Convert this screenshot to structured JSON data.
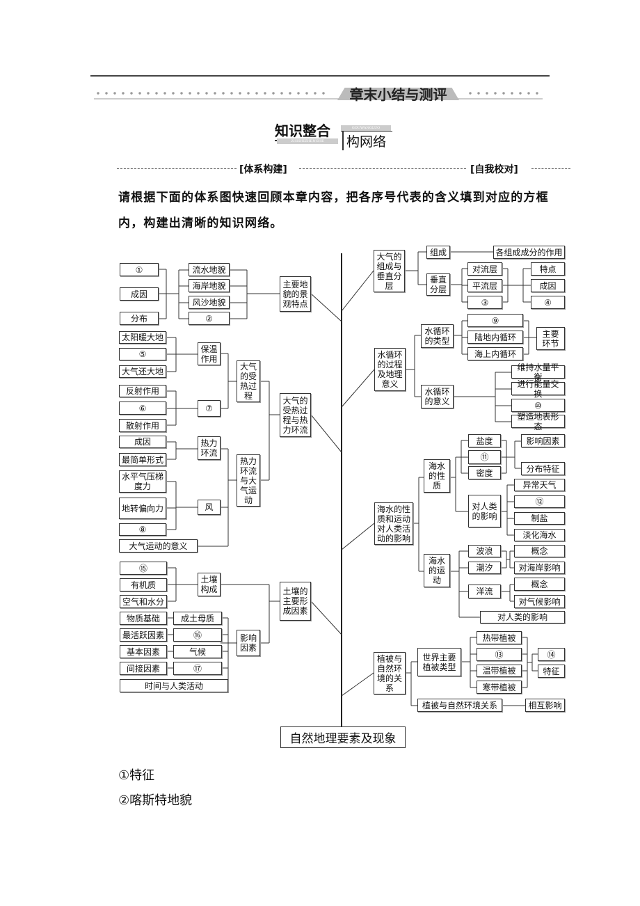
{
  "header": {
    "chapter_title": "章末小结与测评",
    "section_title_a": "知识整合",
    "section_title_b": "构网络",
    "section_sub_a": "ZHISHIZHENGHE",
    "section_sub_b": "GOUWANGLUO"
  },
  "sections": {
    "left": "[体系构建]",
    "right": "[自我校对]"
  },
  "intro": "请根据下面的体系图快速回顾本章内容，把各序号代表的含义填到对应的方框内，构建出清晰的知识网络。",
  "diagram": {
    "root": "自然地理要素及现象",
    "nodes": [
      "①",
      "成因",
      "分布",
      "流水地貌",
      "海岸地貌",
      "风沙地貌",
      "②",
      "主要地貌的景观特点",
      "太阳暖大地",
      "⑤",
      "大气还大地",
      "保温作用",
      "反射作用",
      "⑥",
      "散射作用",
      "⑦",
      "大气的受热过程",
      "成因",
      "最简单形式",
      "热力环流",
      "水平气压梯度力",
      "地转偏向力",
      "⑧",
      "风",
      "大气运动的意义",
      "热力环流与大气运动",
      "大气的受热过程与热力环流",
      "⑮",
      "有机质",
      "空气和水分",
      "土壤构成",
      "物质基础",
      "成土母质",
      "最活跃因素",
      "⑯",
      "基本因素",
      "气候",
      "间接因素",
      "⑰",
      "时间与人类活动",
      "影响因素",
      "土壤的主要形成因素",
      "大气的组成与垂直分层",
      "组成",
      "各组成成分的作用",
      "垂直分层",
      "对流层",
      "平流层",
      "③",
      "特点",
      "成因",
      "④",
      "水循环的过程及地理意义",
      "水循环的类型",
      "⑨",
      "陆地内循环",
      "海上内循环",
      "主要环节",
      "水循环的意义",
      "维持水量平衡",
      "进行能量交换",
      "⑩",
      "塑造地表形态",
      "海水的性质和运动对人类活动的影响",
      "海水的性质",
      "盐度",
      "⑪",
      "密度",
      "影响因素",
      "分布特征",
      "对人类的影响",
      "异常天气",
      "⑫",
      "制盐",
      "淡化海水",
      "海水的运动",
      "波浪",
      "潮汐",
      "洋流",
      "概念",
      "对海岸影响",
      "概念",
      "对气候影响",
      "对人类的影响",
      "植被与自然环境的关系",
      "世界主要植被类型",
      "热带植被",
      "⑬",
      "温带植被",
      "寒带植被",
      "⑭",
      "特征",
      "植被与自然环境关系",
      "相互影响"
    ]
  },
  "answers": [
    "①特征",
    "②喀斯特地貌"
  ]
}
